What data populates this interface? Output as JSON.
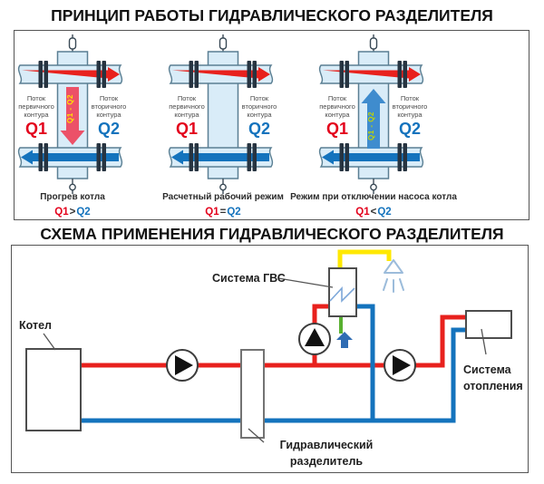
{
  "titles": {
    "principle": "ПРИНЦИП РАБОТЫ ГИДРАВЛИЧЕСКОГО РАЗДЕЛИТЕЛЯ",
    "scheme": "СХЕМА ПРИМЕНЕНИЯ ГИДРАВЛИЧЕСКОГО РАЗДЕЛИТЕЛЯ"
  },
  "panels": [
    {
      "flow_left": [
        "Поток",
        "первичного",
        "контура"
      ],
      "q_left": "Q1",
      "flow_right": [
        "Поток",
        "вторичного",
        "контура"
      ],
      "q_right": "Q2",
      "arrow_label": "Q1 - Q2",
      "arrow_direction": "down",
      "caption": "Прогрев котла",
      "eq": {
        "left": "Q1",
        "op": ">",
        "right": "Q2"
      }
    },
    {
      "flow_left": [
        "Поток",
        "первичного",
        "контура"
      ],
      "q_left": "Q1",
      "flow_right": [
        "Поток",
        "вторичного",
        "контура"
      ],
      "q_right": "Q2",
      "arrow_direction": "none",
      "caption": "Расчетный рабочий режим",
      "eq": {
        "left": "Q1",
        "op": "=",
        "right": "Q2"
      }
    },
    {
      "flow_left": [
        "Поток",
        "первичного",
        "контура"
      ],
      "q_left": "Q1",
      "flow_right": [
        "Поток",
        "вторичного",
        "контура"
      ],
      "q_right": "Q2",
      "arrow_label": "Q1 - Q2",
      "arrow_direction": "up",
      "caption": "Режим при отключении насоса котла",
      "eq": {
        "left": "Q1",
        "op": "<",
        "right": "Q2"
      }
    }
  ],
  "scheme": {
    "boiler": "Котел",
    "dhw": "Система ГВС",
    "heating": [
      "Система",
      "отопления"
    ],
    "separator": [
      "Гидравлический",
      "разделитель"
    ]
  },
  "colors": {
    "c-red": "#e8211d",
    "c-blue": "#1473bd",
    "c-yellow": "#ffe800",
    "c-green": "#58b030",
    "c-pale": "#d9ecf8",
    "c-arrow-down": "#ec5168",
    "c-arrow-up": "#3f8cce",
    "c-arrow-label": "#ffe400",
    "c-arrow-label-alt": "#c3d600",
    "c-q1": "#e3001b",
    "c-q2": "#1473bd",
    "c-shower": "#9cbcdb",
    "c-cold": "#2f6cb3"
  }
}
